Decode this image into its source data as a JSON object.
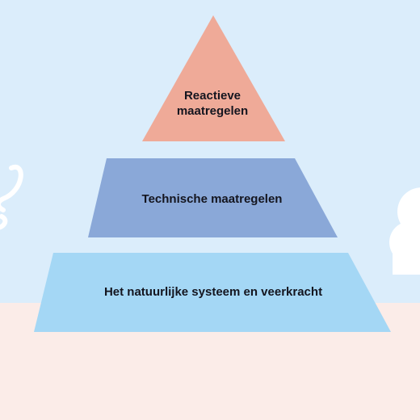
{
  "pyramid": {
    "levels": [
      {
        "label": "Reactieve\nmaatregelen",
        "color": "#efaa98"
      },
      {
        "label": "Technische maatregelen",
        "color": "#8aa8d8"
      },
      {
        "label": "Het natuurlijke systeem en veerkracht",
        "color": "#a4d7f5"
      }
    ]
  },
  "background": {
    "sky_color": "#dbedfb",
    "ground_color": "#fbece8",
    "decoration_color": "#ffffff"
  }
}
